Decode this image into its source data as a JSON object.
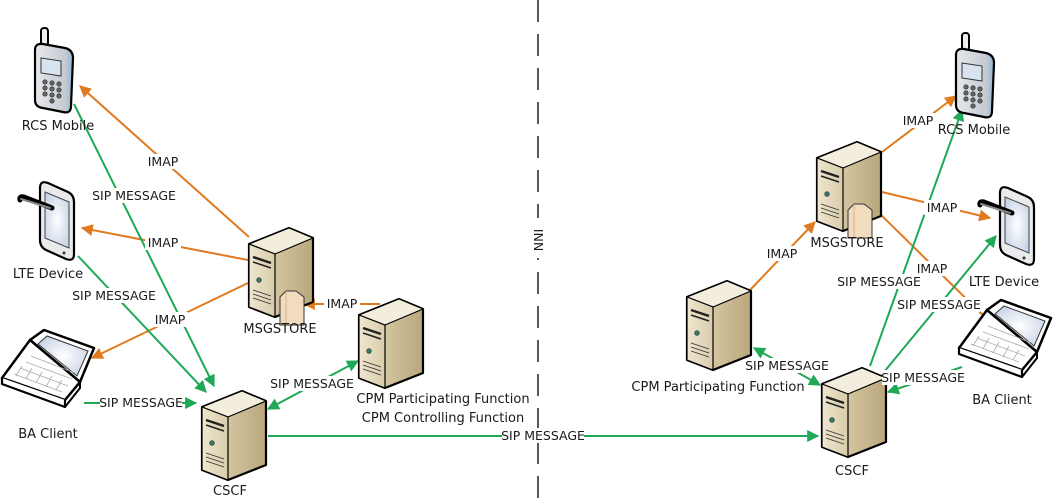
{
  "colors": {
    "sip": "#1fa855",
    "imap": "#e07a1f",
    "divider": "#111111",
    "server_front": "#e6dcc4",
    "server_side": "#c9b790",
    "server_top": "#f1ebdb",
    "device_body": "#cfd3d8",
    "device_screen": "#dfe7f3"
  },
  "interface": {
    "label": "NNI"
  },
  "left_network": {
    "nodes": [
      {
        "id": "rcs-mobile-left",
        "type": "phone",
        "label": "RCS Mobile"
      },
      {
        "id": "lte-device-left",
        "type": "tablet",
        "label": "LTE Device"
      },
      {
        "id": "ba-client-left",
        "type": "laptop",
        "label": "BA Client"
      },
      {
        "id": "msgstore-left",
        "type": "store-server",
        "label": "MSGSTORE"
      },
      {
        "id": "cpm-left",
        "type": "server",
        "label_lines": [
          "CPM Participating Function",
          "CPM Controlling Function"
        ]
      },
      {
        "id": "cscf-left",
        "type": "server",
        "label": "CSCF"
      }
    ],
    "links": [
      {
        "from": "msgstore-left",
        "to": "rcs-mobile-left",
        "protocol": "IMAP",
        "label": "IMAP"
      },
      {
        "from": "msgstore-left",
        "to": "lte-device-left",
        "protocol": "IMAP",
        "label": "IMAP"
      },
      {
        "from": "msgstore-left",
        "to": "ba-client-left",
        "protocol": "IMAP",
        "label": "IMAP"
      },
      {
        "from": "cpm-left",
        "to": "msgstore-left",
        "protocol": "IMAP",
        "label": "IMAP"
      },
      {
        "from": "rcs-mobile-left",
        "to": "cscf-left",
        "protocol": "SIP",
        "label": "SIP MESSAGE"
      },
      {
        "from": "lte-device-left",
        "to": "cscf-left",
        "protocol": "SIP",
        "label": "SIP MESSAGE"
      },
      {
        "from": "ba-client-left",
        "to": "cscf-left",
        "protocol": "SIP",
        "label": "SIP MESSAGE"
      },
      {
        "from": "cscf-left",
        "to": "cpm-left",
        "protocol": "SIP",
        "label": "SIP MESSAGE",
        "bidirectional": true
      }
    ]
  },
  "right_network": {
    "nodes": [
      {
        "id": "rcs-mobile-right",
        "type": "phone",
        "label": "RCS Mobile"
      },
      {
        "id": "lte-device-right",
        "type": "tablet",
        "label": "LTE Device"
      },
      {
        "id": "ba-client-right",
        "type": "laptop",
        "label": "BA Client"
      },
      {
        "id": "msgstore-right",
        "type": "store-server",
        "label": "MSGSTORE"
      },
      {
        "id": "cpm-right",
        "type": "server",
        "label": "CPM Participating Function"
      },
      {
        "id": "cscf-right",
        "type": "server",
        "label": "CSCF"
      }
    ],
    "links": [
      {
        "from": "msgstore-right",
        "to": "rcs-mobile-right",
        "protocol": "IMAP",
        "label": "IMAP"
      },
      {
        "from": "msgstore-right",
        "to": "lte-device-right",
        "protocol": "IMAP",
        "label": "IMAP"
      },
      {
        "from": "msgstore-right",
        "to": "ba-client-right",
        "protocol": "IMAP",
        "label": "IMAP"
      },
      {
        "from": "cpm-right",
        "to": "msgstore-right",
        "protocol": "IMAP",
        "label": "IMAP"
      },
      {
        "from": "cscf-right",
        "to": "rcs-mobile-right",
        "protocol": "SIP",
        "label": "SIP MESSAGE"
      },
      {
        "from": "cscf-right",
        "to": "lte-device-right",
        "protocol": "SIP",
        "label": "SIP MESSAGE"
      },
      {
        "from": "ba-client-right",
        "to": "cscf-right",
        "protocol": "SIP",
        "label": "SIP MESSAGE"
      },
      {
        "from": "cscf-right",
        "to": "cpm-right",
        "protocol": "SIP",
        "label": "SIP MESSAGE",
        "bidirectional": true
      }
    ]
  },
  "inter_network_link": {
    "from": "cscf-left",
    "to": "cscf-right",
    "protocol": "SIP",
    "label": "SIP MESSAGE"
  }
}
